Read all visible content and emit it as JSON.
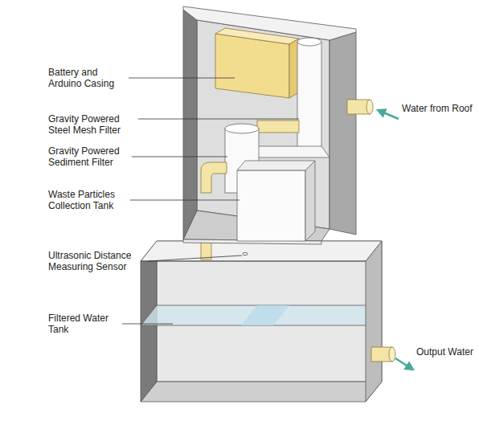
{
  "diagram": {
    "labels": [
      "Battery and Arduino Casing",
      "Gravity Powered Steel Mesh Filter",
      "Gravity Powered Sediment Filter",
      "Waste Particles Collection Tank",
      "Ultrasonic Distance Measuring Sensor",
      "Filtered Water Tank",
      "Water from Roof",
      "Output Water"
    ]
  }
}
